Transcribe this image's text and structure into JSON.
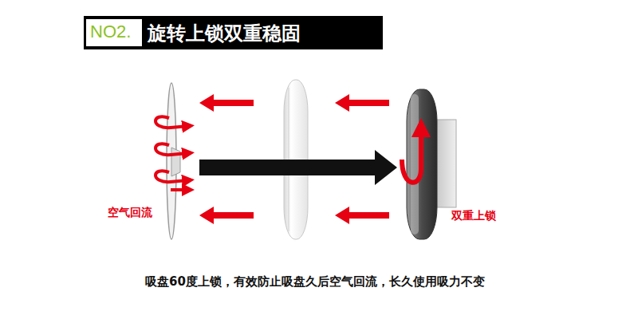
{
  "diagram": {
    "title": "旋转上锁双重稳固",
    "caption": "吸盘60度上锁，有效防止吸盘久后空气回流，长久使用吸力不变",
    "labels": [
      "NO2.",
      "空气回流",
      "双重上锁"
    ]
  }
}
